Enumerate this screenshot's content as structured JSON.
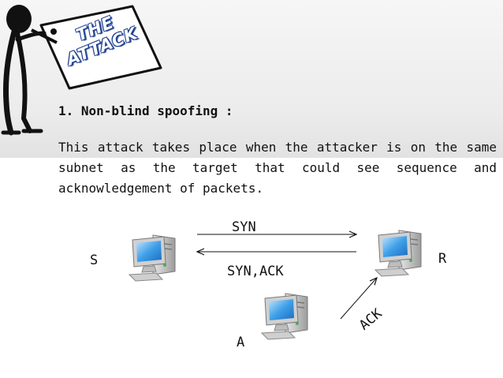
{
  "slide": {
    "sign": {
      "line1": "THE",
      "line2": "ATTACK"
    },
    "heading": "1. Non-blind spoofing :",
    "body": "This attack takes place when the attacker is on the same subnet as the target that could see sequence and acknowledgement of packets."
  },
  "diagram": {
    "nodes": [
      {
        "id": "S",
        "label": "S",
        "icon": "computer-icon"
      },
      {
        "id": "R",
        "label": "R",
        "icon": "computer-icon"
      },
      {
        "id": "A",
        "label": "A",
        "icon": "computer-icon"
      }
    ],
    "edges": [
      {
        "from": "S",
        "to": "R",
        "label": "SYN"
      },
      {
        "from": "R",
        "to": "S",
        "label": "SYN,ACK"
      },
      {
        "from": "A",
        "to": "R",
        "label": "ACK"
      }
    ]
  },
  "colors": {
    "sign_text_outline": "#1f3f8f",
    "monitor_screen": "#3fa0e8",
    "tower": "#c8c8c8"
  }
}
